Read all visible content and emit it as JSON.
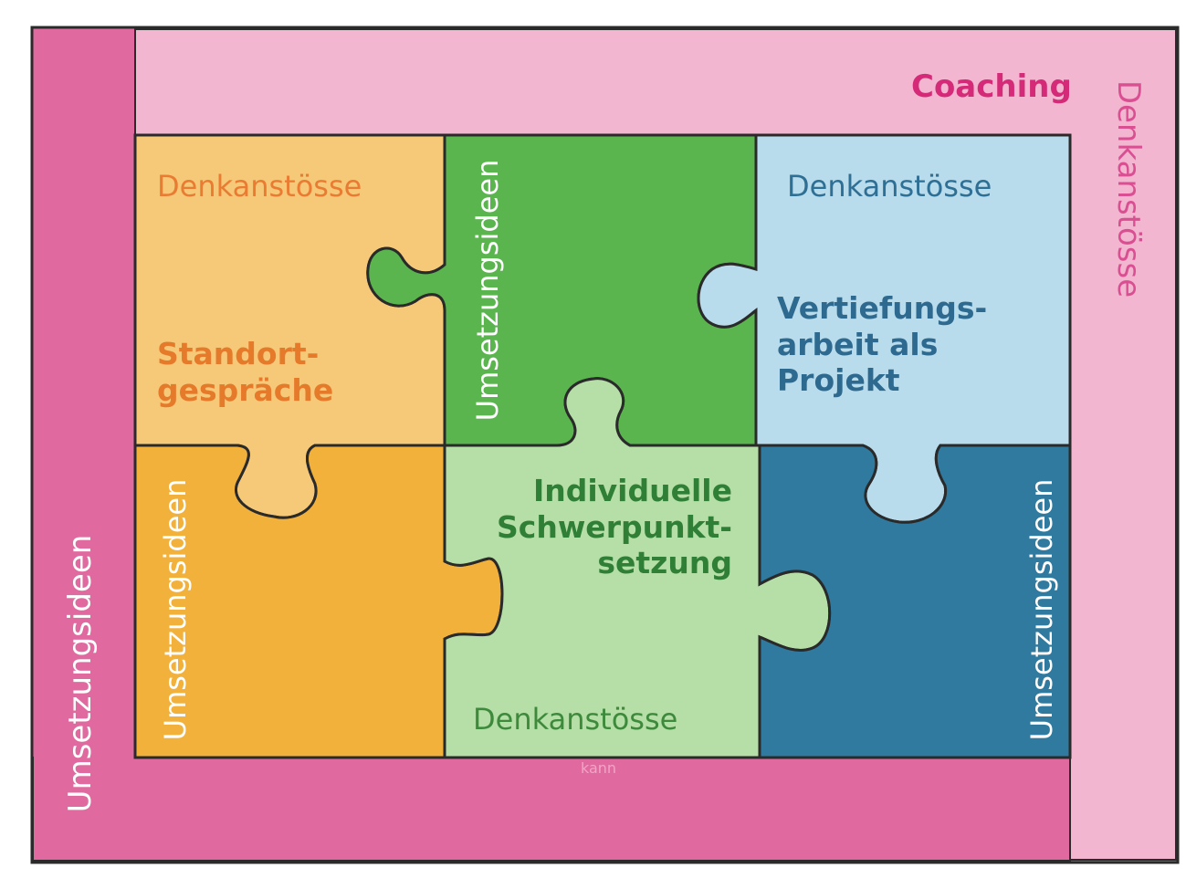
{
  "colors": {
    "frame_pink": "#e0699f",
    "frame_light_pink": "#f2b6d0",
    "orange_light": "#f6c979",
    "orange": "#f1b13b",
    "green": "#5bb54f",
    "green_light": "#b5dfa6",
    "blue_light": "#b9dcec",
    "blue": "#2f7a9e",
    "outline": "#2a2a2a"
  },
  "frame": {
    "coaching": "Coaching",
    "right_label": "Denkanstösse",
    "left_label": "Umsetzungsideen",
    "bottom_small": "kann"
  },
  "pieces": {
    "top_left": {
      "top_label": "Denkanstösse",
      "title": "Standort-\ngespräche"
    },
    "top_middle": {
      "side_label": "Umsetzungsideen"
    },
    "top_right": {
      "top_label": "Denkanstösse",
      "title": "Vertiefungs-\narbeit als\nProjekt"
    },
    "bottom_left": {
      "side_label": "Umsetzungsideen"
    },
    "bottom_middle": {
      "title": "Individuelle\nSchwerpunkt-\nsetzung",
      "bottom_label": "Denkanstösse"
    },
    "bottom_right": {
      "side_label": "Umsetzungsideen"
    }
  }
}
